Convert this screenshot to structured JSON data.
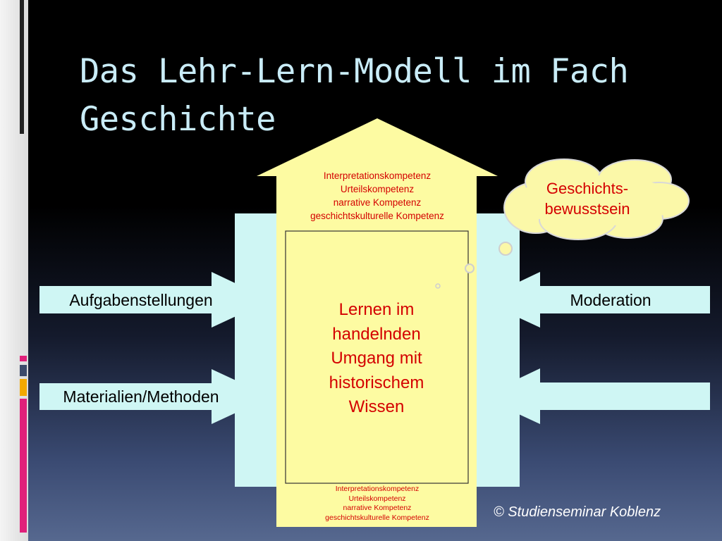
{
  "slide": {
    "title": "Das Lehr-Lern-Modell im Fach Geschichte",
    "copyright": "© Studienseminar Koblenz"
  },
  "diagram": {
    "competences_top": [
      "Interpretationskompetenz",
      "Urteilskompetenz",
      "narrative Kompetenz",
      "geschichtskulturelle Kompetenz"
    ],
    "competences_bottom": [
      "Interpretationskompetenz",
      "Urteilskompetenz",
      "narrative Kompetenz",
      "geschichtskulturelle Kompetenz"
    ],
    "center_lines": [
      "Lernen im",
      "handelnden",
      "Umgang mit",
      "historischem",
      "Wissen"
    ],
    "cloud_lines": [
      "Geschichts-",
      "bewusstsein"
    ],
    "arrows": {
      "left_top": "Aufgabenstellungen",
      "left_bottom": "Materialien/Methoden",
      "right_top": "Moderation",
      "right_bottom": ""
    }
  },
  "colors": {
    "arrow_fill": "#cff6f4",
    "house_fill": "#fdfba2",
    "cloud_fill": "#fbf8a8",
    "accent_text": "#d40000",
    "title_text": "#c9ecf7"
  }
}
